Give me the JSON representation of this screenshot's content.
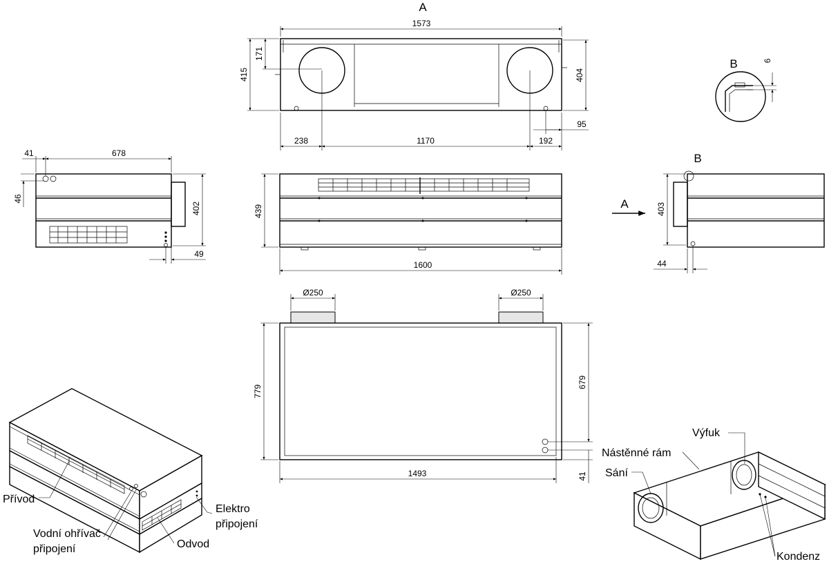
{
  "view_labels": {
    "view_a": "A",
    "view_b": "B",
    "arrow_a": "A",
    "detail_b": "B"
  },
  "dimensions": {
    "top_width": "1573",
    "top_h415": "415",
    "top_h171": "171",
    "top_h404": "404",
    "top_95": "95",
    "top_238": "238",
    "top_1170": "1170",
    "top_192": "192",
    "detail_6": "6",
    "left_41": "41",
    "left_678": "678",
    "left_46": "46",
    "left_402": "402",
    "left_49": "49",
    "front_439": "439",
    "front_1600": "1600",
    "right_403": "403",
    "right_44": "44",
    "plan_d250_left": "Ø250",
    "plan_d250_right": "Ø250",
    "plan_779": "779",
    "plan_679": "679",
    "plan_1493": "1493",
    "plan_41": "41"
  },
  "callouts": {
    "privod": "Přívod",
    "vodni_1": "Vodní ohřívač",
    "vodni_2": "připojení",
    "odvod": "Odvod",
    "elektro_1": "Elektro",
    "elektro_2": "připojení",
    "vyfuk": "Výfuk",
    "nastenne": "Nástěnné rám",
    "sani": "Sání",
    "kondenz": "Kondenz"
  },
  "colors": {
    "line": "#000000",
    "background": "#ffffff"
  }
}
